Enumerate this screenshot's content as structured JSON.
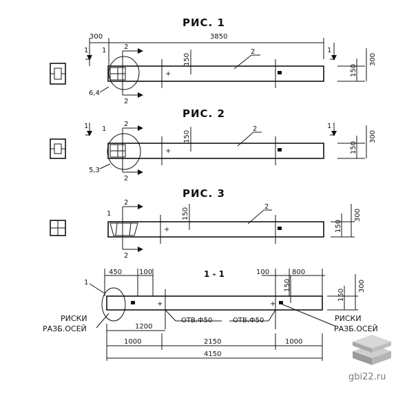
{
  "figures": [
    {
      "title": "РИС. 1",
      "callout": "6,4",
      "dims": {
        "top_left": "300",
        "top_main": "3850",
        "h1": "150",
        "h2": "300",
        "h_left": "150"
      },
      "section_mark": "1",
      "cut_mark": "2",
      "part_mark": "2",
      "left_mark": "1",
      "right_mark": "1"
    },
    {
      "title": "РИС. 2",
      "callout": "5,3",
      "dims": {
        "h_left": "150",
        "h1": "150",
        "h2": "300"
      },
      "section_mark": "1",
      "cut_mark": "2",
      "part_mark": "2",
      "left_mark": "1",
      "right_mark": "1"
    },
    {
      "title": "РИС. 3",
      "dims": {
        "h_left": "150",
        "h1": "150",
        "h2": "300"
      },
      "section_mark": "1",
      "cut_mark": "2",
      "part_mark": "2"
    }
  ],
  "section": {
    "title": "1 - 1",
    "callout": "1",
    "dims": {
      "d450": "450",
      "d100a": "100",
      "d100b": "100",
      "d800": "800",
      "v150a": "150",
      "v150": "150",
      "v300": "300",
      "d1200": "1200",
      "d1000a": "1000",
      "d2150": "2150",
      "d1000b": "1000",
      "d4150": "4150"
    },
    "hole_left": "ОТВ.Ф50",
    "hole_right": "ОТВ.Ф50",
    "marks_left": [
      "РИСКИ",
      "РАЗБ.ОСЕЙ"
    ],
    "marks_right": [
      "РИСКИ",
      "РАЗБ.ОСЕЙ"
    ]
  },
  "watermark": {
    "site": "gbi22.ru"
  },
  "colors": {
    "ink": "#111111",
    "watermark": "#7a7a7a",
    "logo_light": "#cfcfcf",
    "logo_dark": "#9a9a9a"
  }
}
